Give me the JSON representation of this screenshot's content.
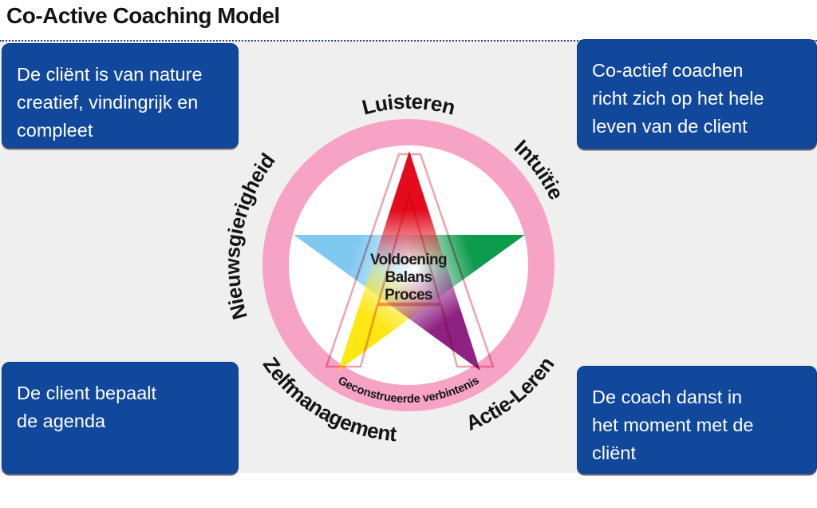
{
  "title": "Co-Active Coaching Model",
  "boxes": {
    "top_left": {
      "lines": [
        "De cliënt is van nature",
        "creatief, vindingrijk en",
        "compleet"
      ]
    },
    "top_right": {
      "lines": [
        "Co-actief coachen",
        "richt zich op het hele",
        "leven van de client"
      ]
    },
    "bottom_left": {
      "lines": [
        "De client bepaalt",
        "de agenda"
      ]
    },
    "bottom_right": {
      "lines": [
        "De coach danst in",
        "het moment met de",
        "cliënt"
      ]
    }
  },
  "wheel": {
    "outer_labels": {
      "top": "Luisteren",
      "left": "Nieuwsgierigheid",
      "right": "Intuïtie",
      "bottom_left": "Zelfmanagement",
      "bottom_right": "Actie-Leren"
    },
    "inner_bottom_label": "Geconstrueerde verbintenis",
    "center_lines": [
      "Voldoening",
      "Balans",
      "Proces"
    ]
  },
  "colors": {
    "card_blue": "#11489C",
    "panel_gray": "#EFEFEF",
    "border_navy": "#24477D",
    "ring_pink": "#F7A3C6",
    "letter_a_pink": "#F0A3AF",
    "star_red": "#E30B1C",
    "star_green": "#0D9B4D",
    "star_light_blue": "#7FC9F1",
    "star_yellow": "#FFE713",
    "star_purple": "#8E2183",
    "label_black": "#141414",
    "card_text_white": "#FFFFFF"
  }
}
